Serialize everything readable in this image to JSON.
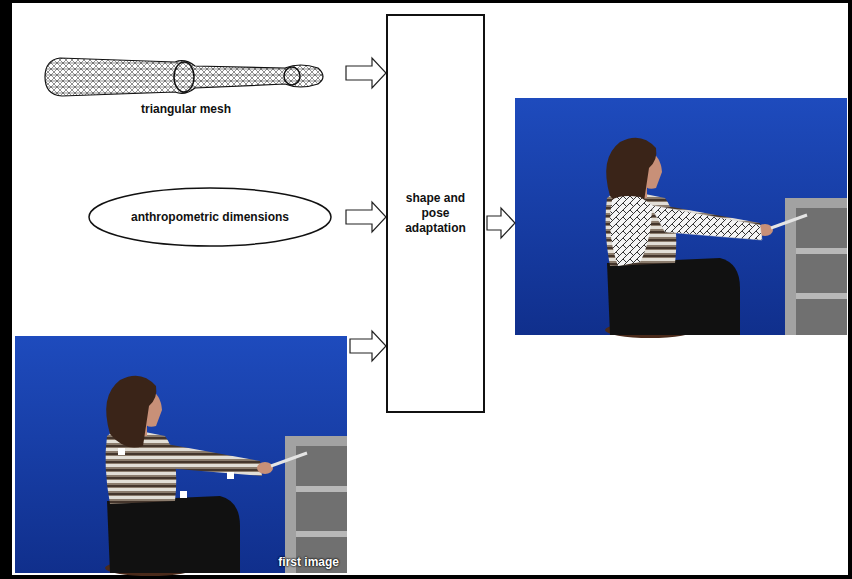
{
  "diagram": {
    "nodes": [
      {
        "text": [
          "triangular mesh"
        ]
      },
      {
        "text": [
          "anthropometric dimensions"
        ]
      },
      {
        "text": [
          "shape and pose adaptation"
        ]
      },
      {
        "text": [
          "first image"
        ]
      }
    ],
    "edges": [
      {
        "from": 0,
        "to": 2,
        "arrow": "to"
      },
      {
        "from": 1,
        "to": 2,
        "arrow": "to"
      },
      {
        "from": 3,
        "to": 2,
        "arrow": "to"
      }
    ]
  }
}
